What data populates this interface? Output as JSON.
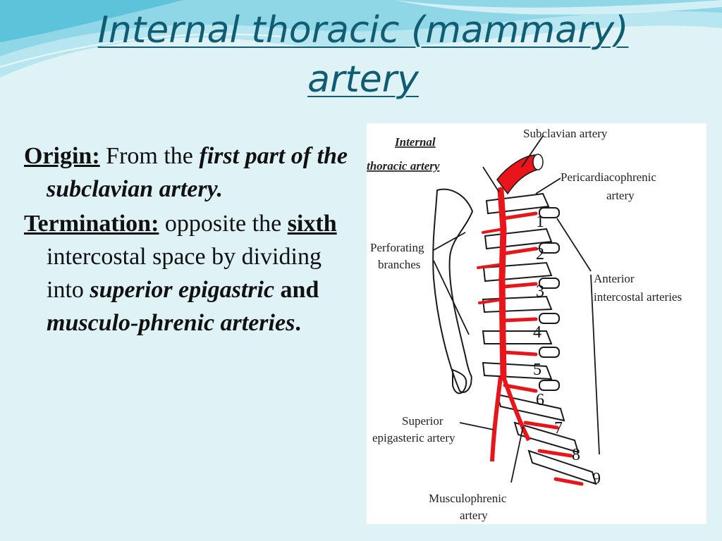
{
  "slide": {
    "title_line1": "Internal thoracic (mammary)",
    "title_line2": "artery",
    "origin": {
      "label": "Origin:",
      "text1": "From the",
      "em1": "first part of the subclavian artery."
    },
    "termination": {
      "label": "Termination:",
      "text1": "opposite the",
      "em1": "sixth",
      "text2": "intercostal space by dividing into",
      "em2": "superior epigastric",
      "em3": "and",
      "em4": "musculo-phrenic arteries",
      "end": "."
    }
  },
  "figure": {
    "labels": {
      "internal_line1": "Internal",
      "internal_line2": "thoracic artery",
      "subclavian": "Subclavian artery",
      "pericardio_line1": "Pericardiacophrenic",
      "pericardio_line2": "artery",
      "perforating_line1": "Perforating",
      "perforating_line2": "branches",
      "anterior_line1": "Anterior",
      "anterior_line2": "intercostal arteries",
      "superior_line1": "Superior",
      "superior_line2": "epigasteric artery",
      "musculo_line1": "Musculophrenic",
      "musculo_line2": "artery"
    },
    "rib_numbers": [
      "1",
      "2",
      "3",
      "4",
      "5",
      "6",
      "7",
      "8",
      "9"
    ],
    "colors": {
      "artery": "#e8161b",
      "outline": "#1a1a1a",
      "title": "#0f5c73"
    }
  }
}
